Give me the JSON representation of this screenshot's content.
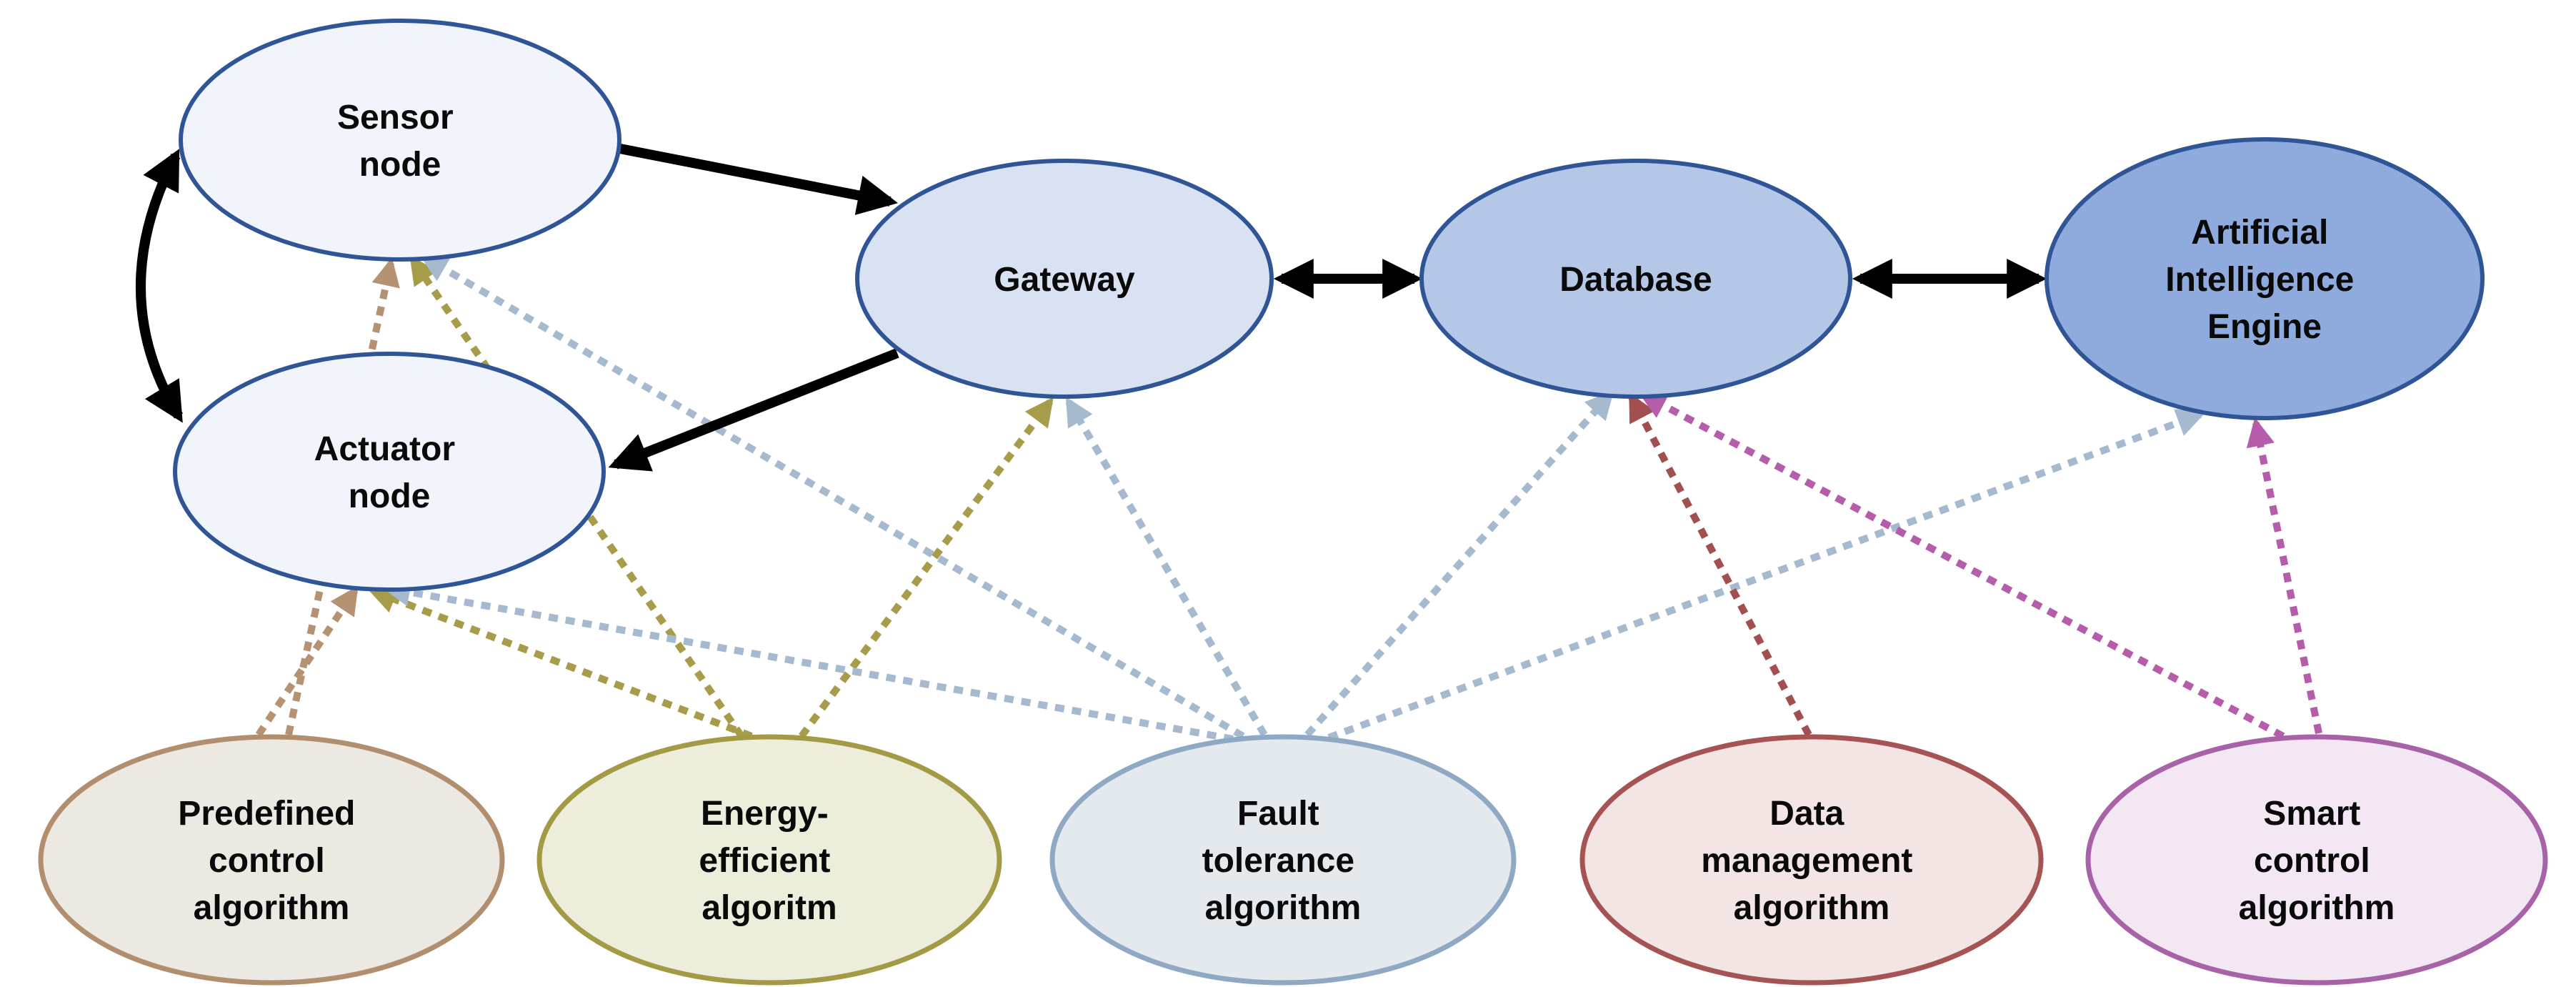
{
  "diagram": {
    "description": "IoT smart-control architecture diagram: sensor/actuator nodes, gateway, database and AI engine linked by solid arrows; five algorithm ellipses feed them with dotted arrows",
    "background_color": "#ffffff",
    "nodes": {
      "sensor": {
        "label": "Sensor node",
        "lines": [
          "Sensor",
          "node"
        ],
        "fill": "#f2f4fb",
        "border": "#2f5597"
      },
      "actuator": {
        "label": "Actuator node",
        "lines": [
          "Actuator",
          "node"
        ],
        "fill": "#f2f4fb",
        "border": "#2f5597"
      },
      "gateway": {
        "label": "Gateway",
        "lines": [
          "Gateway"
        ],
        "fill": "#d9e2f3",
        "border": "#2f5597"
      },
      "database": {
        "label": "Database",
        "lines": [
          "Database"
        ],
        "fill": "#b5c7e7",
        "border": "#2f5597"
      },
      "ai": {
        "label": "Artificial Intelligence Engine",
        "lines": [
          "Artificial",
          "Intelligence",
          "Engine"
        ],
        "fill": "#8faadc",
        "border": "#2f5597"
      },
      "predefined": {
        "label": "Predefined control algorithm",
        "lines": [
          "Predefined",
          "control",
          "algorithm"
        ],
        "fill": "#ece8e2",
        "border": "#b18e6d"
      },
      "energy": {
        "label": "Energy-efficient algoritm",
        "lines": [
          "Energy-",
          "efficient",
          "algoritm"
        ],
        "fill": "#ededdc",
        "border": "#a29a45"
      },
      "fault": {
        "label": "Fault tolerance algorithm",
        "lines": [
          "Fault",
          "tolerance",
          "algorithm"
        ],
        "fill": "#e4e9ee",
        "border": "#8fa9c4"
      },
      "data": {
        "label": "Data management algorithm",
        "lines": [
          "Data",
          "management",
          "algorithm"
        ],
        "fill": "#f2e5e4",
        "border": "#a65353"
      },
      "smart": {
        "label": "Smart control algorithm",
        "lines": [
          "Smart",
          "control",
          "algorithm"
        ],
        "fill": "#f3e7f4",
        "border": "#a863a8"
      }
    },
    "edge_colors": {
      "solid_link": "#000000",
      "predefined_link": "#b49272",
      "energy_link": "#a79c4a",
      "fault_link": "#a5bacf",
      "data_link": "#a14f4f",
      "smart_link": "#b55cab"
    },
    "edges": [
      {
        "from": "sensor",
        "to": "actuator",
        "style": "solid",
        "bidirectional": true,
        "color": "#000000"
      },
      {
        "from": "sensor",
        "to": "gateway",
        "style": "solid",
        "bidirectional": false,
        "color": "#000000"
      },
      {
        "from": "gateway",
        "to": "actuator",
        "style": "solid",
        "bidirectional": false,
        "color": "#000000"
      },
      {
        "from": "gateway",
        "to": "database",
        "style": "solid",
        "bidirectional": true,
        "color": "#000000"
      },
      {
        "from": "database",
        "to": "ai",
        "style": "solid",
        "bidirectional": true,
        "color": "#000000"
      },
      {
        "from": "predefined",
        "to": "sensor",
        "style": "dotted",
        "bidirectional": false,
        "color": "#b49272"
      },
      {
        "from": "predefined",
        "to": "actuator",
        "style": "dotted",
        "bidirectional": false,
        "color": "#b49272"
      },
      {
        "from": "energy",
        "to": "sensor",
        "style": "dotted",
        "bidirectional": false,
        "color": "#a79c4a"
      },
      {
        "from": "energy",
        "to": "actuator",
        "style": "dotted",
        "bidirectional": false,
        "color": "#a79c4a"
      },
      {
        "from": "energy",
        "to": "gateway",
        "style": "dotted",
        "bidirectional": false,
        "color": "#a79c4a"
      },
      {
        "from": "fault",
        "to": "sensor",
        "style": "dotted",
        "bidirectional": false,
        "color": "#a5bacf"
      },
      {
        "from": "fault",
        "to": "actuator",
        "style": "dotted",
        "bidirectional": false,
        "color": "#a5bacf"
      },
      {
        "from": "fault",
        "to": "gateway",
        "style": "dotted",
        "bidirectional": false,
        "color": "#a5bacf"
      },
      {
        "from": "fault",
        "to": "database",
        "style": "dotted",
        "bidirectional": false,
        "color": "#a5bacf"
      },
      {
        "from": "fault",
        "to": "ai",
        "style": "dotted",
        "bidirectional": false,
        "color": "#a5bacf"
      },
      {
        "from": "data",
        "to": "database",
        "style": "dotted",
        "bidirectional": false,
        "color": "#a14f4f"
      },
      {
        "from": "smart",
        "to": "database",
        "style": "dotted",
        "bidirectional": false,
        "color": "#b55cab"
      },
      {
        "from": "smart",
        "to": "ai",
        "style": "dotted",
        "bidirectional": false,
        "color": "#b55cab"
      }
    ]
  }
}
